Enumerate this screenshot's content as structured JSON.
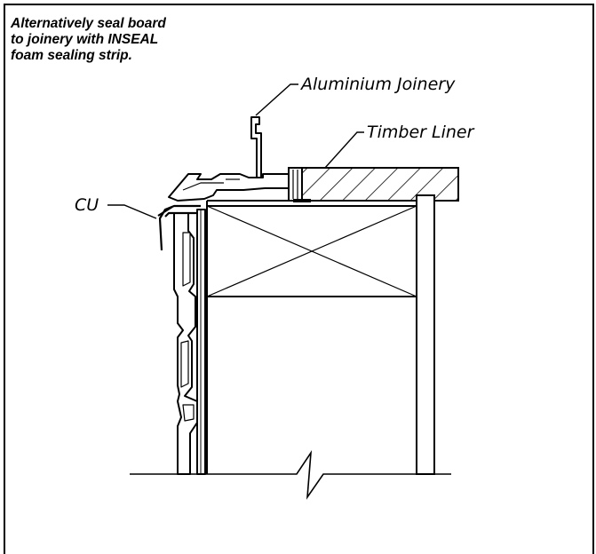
{
  "note": {
    "line1": "Alternatively seal board",
    "line2": "to joinery with INSEAL",
    "line3": "foam sealing strip."
  },
  "labels": {
    "aluminium_joinery": "Aluminium  Joinery",
    "timber_liner": "Timber  Liner",
    "cu": "CU"
  }
}
